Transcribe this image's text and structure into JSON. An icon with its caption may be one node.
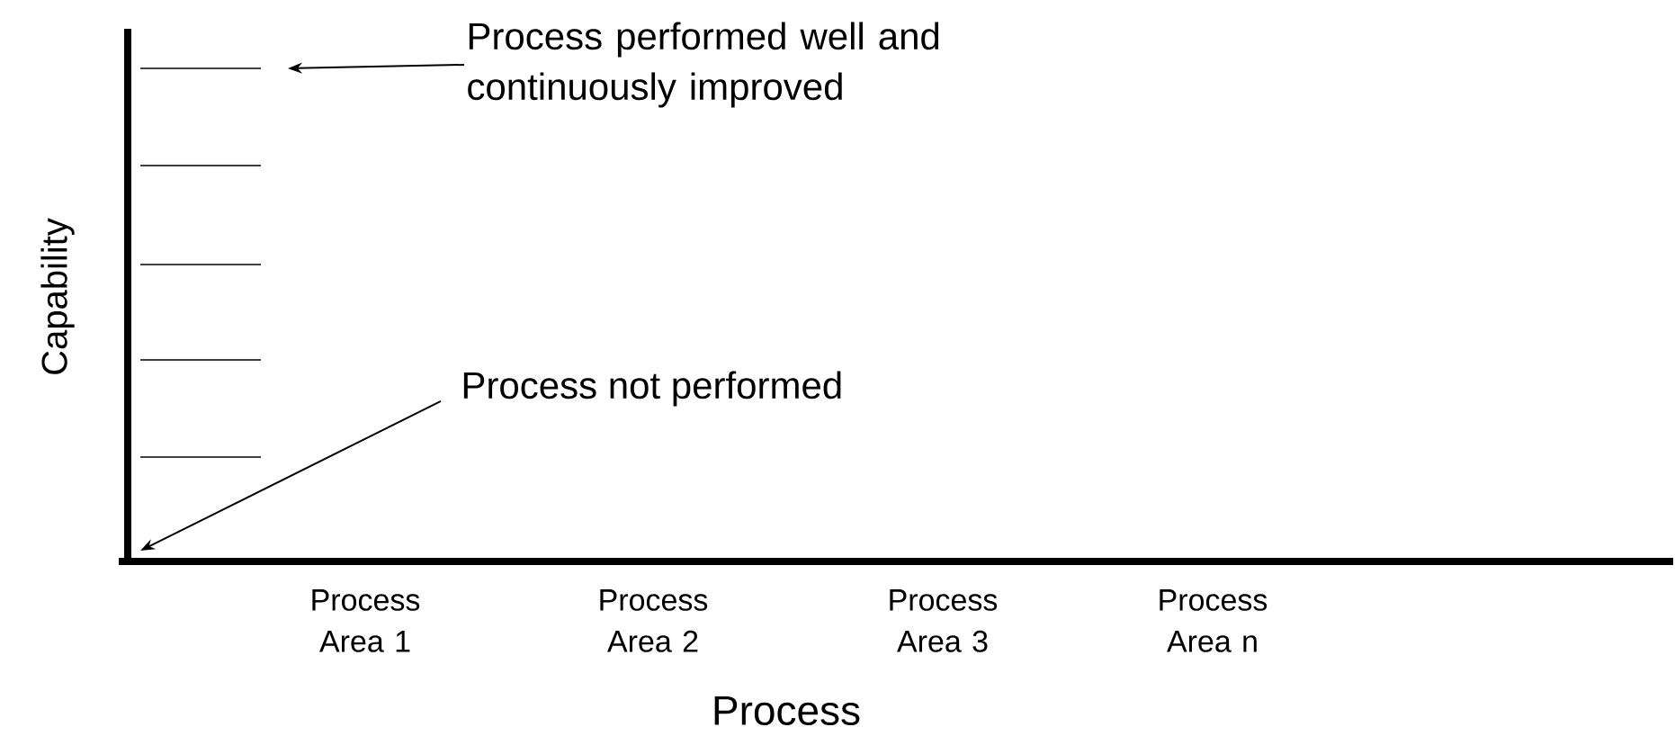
{
  "diagram": {
    "nodes": [
      {
        "text": [
          "Process performed well and continuously improved"
        ]
      },
      {
        "text": [
          "Process not performed"
        ]
      }
    ],
    "edges": [
      {
        "from": 0,
        "to": null,
        "arrow": "to"
      },
      {
        "from": 1,
        "to": null,
        "arrow": "to"
      }
    ],
    "labels": [
      "Capability",
      "Process Area 1",
      "Process Area 2",
      "Process Area 3",
      "Process Area n",
      "Process"
    ]
  }
}
